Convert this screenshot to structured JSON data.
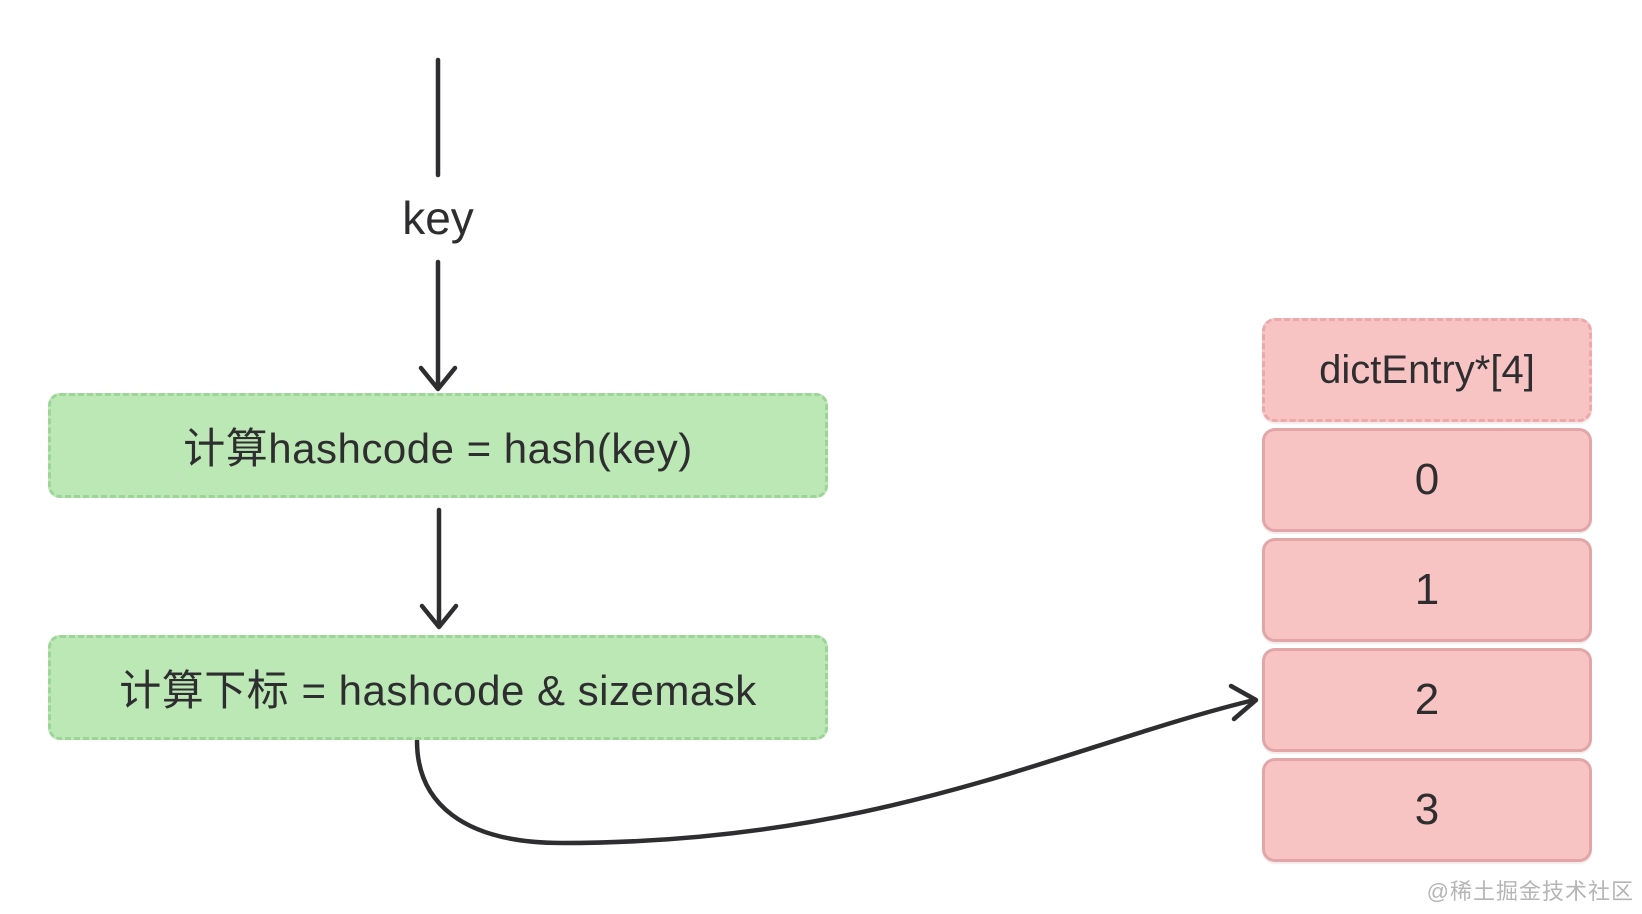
{
  "diagram": {
    "key_label": "key",
    "steps": {
      "step1": "计算hashcode = hash(key)",
      "step2": "计算下标 = hashcode & sizemask"
    },
    "table": {
      "header": "dictEntry*[4]",
      "rows": [
        "0",
        "1",
        "2",
        "3"
      ],
      "pointed_row": "2"
    },
    "watermark": "@稀土掘金技术社区",
    "colors": {
      "green_fill": "#bce8b5",
      "green_border": "#9dd497",
      "pink_fill": "#f8c4c3",
      "pink_border": "#e2a6a8",
      "pink_header_border": "#eba9ab",
      "ink": "#2e2e30",
      "watermark_color": "#b5b5b5",
      "bg": "#ffffff"
    }
  }
}
